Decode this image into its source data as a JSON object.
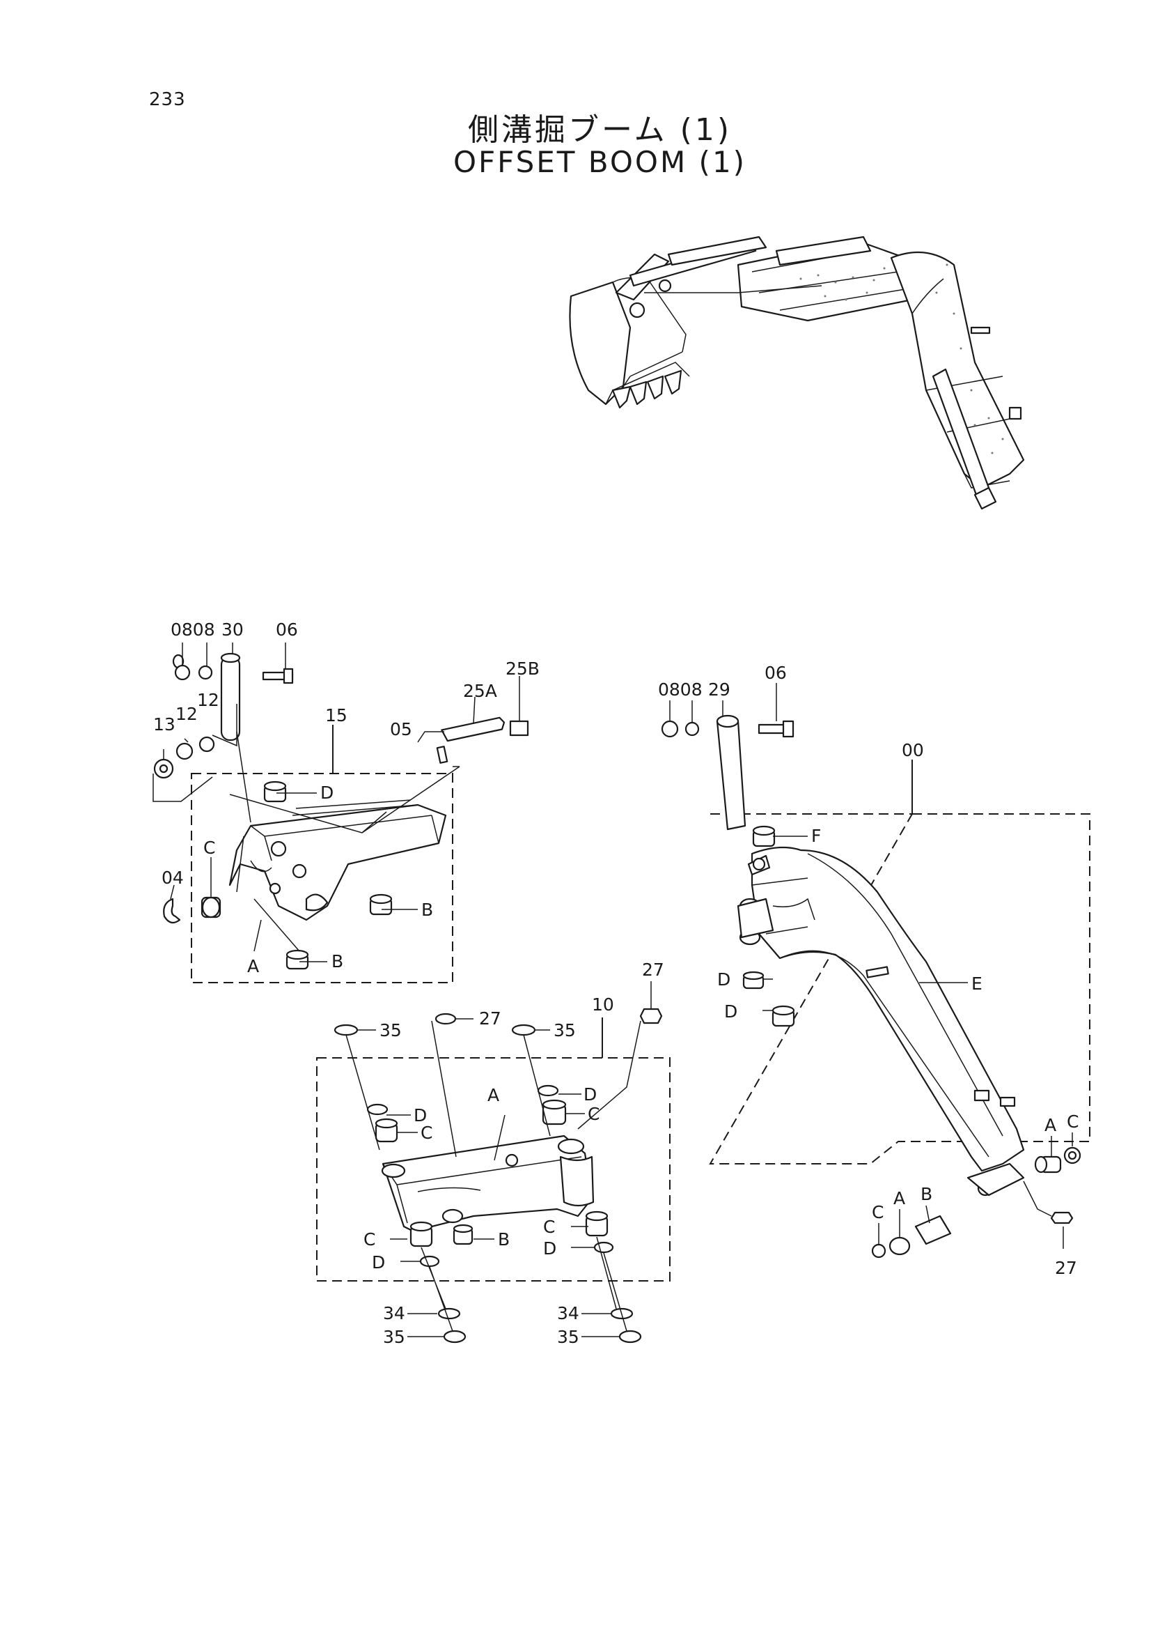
{
  "page_number": "233",
  "title_jp": "側溝掘ブーム (1)",
  "title_en": "OFFSET BOOM (1)",
  "callouts": {
    "c0808a": "0808",
    "c30": "30",
    "c06a": "06",
    "c25b": "25B",
    "c25a": "25A",
    "c05": "05",
    "c13": "13",
    "c12a": "12",
    "c12b": "12",
    "c15": "15",
    "c04": "04",
    "f15_C": "C",
    "f15_D": "D",
    "f15_B1": "B",
    "f15_B2": "B",
    "f15_A": "A",
    "c0808b": "0808",
    "c29": "29",
    "c06b": "06",
    "c00": "00",
    "f00_F": "F",
    "f00_E": "E",
    "f00_D1": "D",
    "f00_D2": "D",
    "f00_A1": "A",
    "f00_C1": "C",
    "f00_C2": "C",
    "f00_A2": "A",
    "f00_B": "B",
    "c27a": "27",
    "c27b": "27",
    "c27c": "27",
    "c10": "10",
    "c35a": "35",
    "c35b": "35",
    "c35c": "35",
    "c35d": "35",
    "c34a": "34",
    "c34b": "34",
    "f10_A": "A",
    "f10_D1": "D",
    "f10_C1": "C",
    "f10_D2": "D",
    "f10_C2": "C",
    "f10_C3": "C",
    "f10_D3": "D",
    "f10_B": "B",
    "f10_C4": "C",
    "f10_D4": "D"
  }
}
